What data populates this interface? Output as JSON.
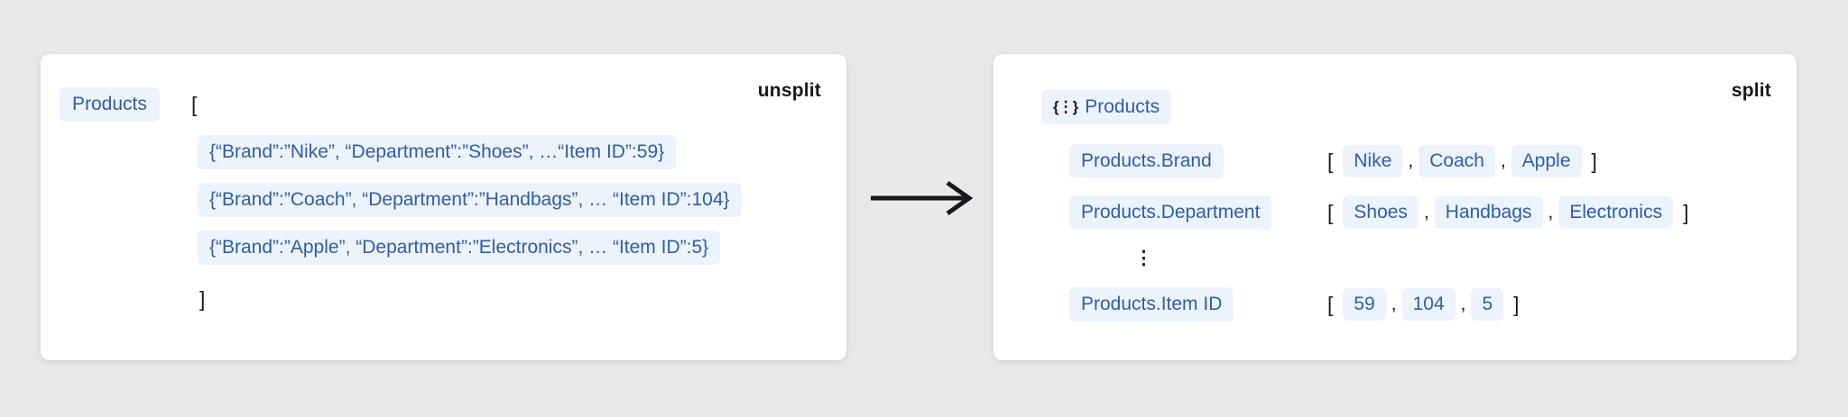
{
  "page": {
    "background_color": "#e9e9e9",
    "card_color": "#ffffff",
    "chip_bg_color": "#edf3fc",
    "chip_text_color": "#2f5ea7",
    "dark_text_color": "#181d23"
  },
  "unsplit_card": {
    "badge": "unsplit",
    "root_label": "Products",
    "open_bracket": "[",
    "close_bracket": "]",
    "rows": [
      "{“Brand”:”Nike”, “Department”:”Shoes”, …“Item ID”:59}",
      "{“Brand”:”Coach”, “Department”:”Handbags”, … “Item ID”:104}",
      "{“Brand”:”Apple”, “Department”:”Electronics”, … “Item ID”:5}"
    ]
  },
  "arrow": {
    "icon": "right-arrow"
  },
  "split_card": {
    "badge": "split",
    "root_icon": "{⋮}",
    "root_label": "Products",
    "open_bracket": "[",
    "close_bracket": "]",
    "comma": ",",
    "ellipsis": "⋮",
    "rows": [
      {
        "label": "Products.Brand",
        "values": [
          "Nike",
          "Coach",
          "Apple"
        ]
      },
      {
        "label": "Products.Department",
        "values": [
          "Shoes",
          "Handbags",
          "Electronics"
        ]
      },
      {
        "label": "Products.Item ID",
        "values": [
          "59",
          "104",
          "5"
        ]
      }
    ]
  }
}
